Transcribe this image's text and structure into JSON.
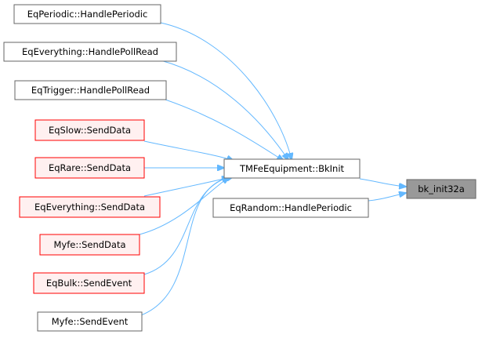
{
  "nodes": {
    "eq_periodic_handle_periodic": "EqPeriodic::HandlePeriodic",
    "eq_everything_handle_poll_read": "EqEverything::HandlePollRead",
    "eq_trigger_handle_poll_read": "EqTrigger::HandlePollRead",
    "eq_slow_send_data": "EqSlow::SendData",
    "eq_rare_send_data": "EqRare::SendData",
    "eq_everything_send_data": "EqEverything::SendData",
    "myfe_send_data": "Myfe::SendData",
    "eq_bulk_send_event": "EqBulk::SendEvent",
    "myfe_send_event": "Myfe::SendEvent",
    "tmfe_equipment_bk_init": "TMFeEquipment::BkInit",
    "eq_random_handle_periodic": "EqRandom::HandlePeriodic",
    "bk_init32a": "bk_init32a"
  },
  "colors": {
    "edge": "#63b8ff",
    "box_border": "#666666",
    "box_fill": "#ffffff",
    "undocumented_border": "#ff0000",
    "undocumented_fill": "#fff0f0",
    "current_fill": "#999999"
  }
}
